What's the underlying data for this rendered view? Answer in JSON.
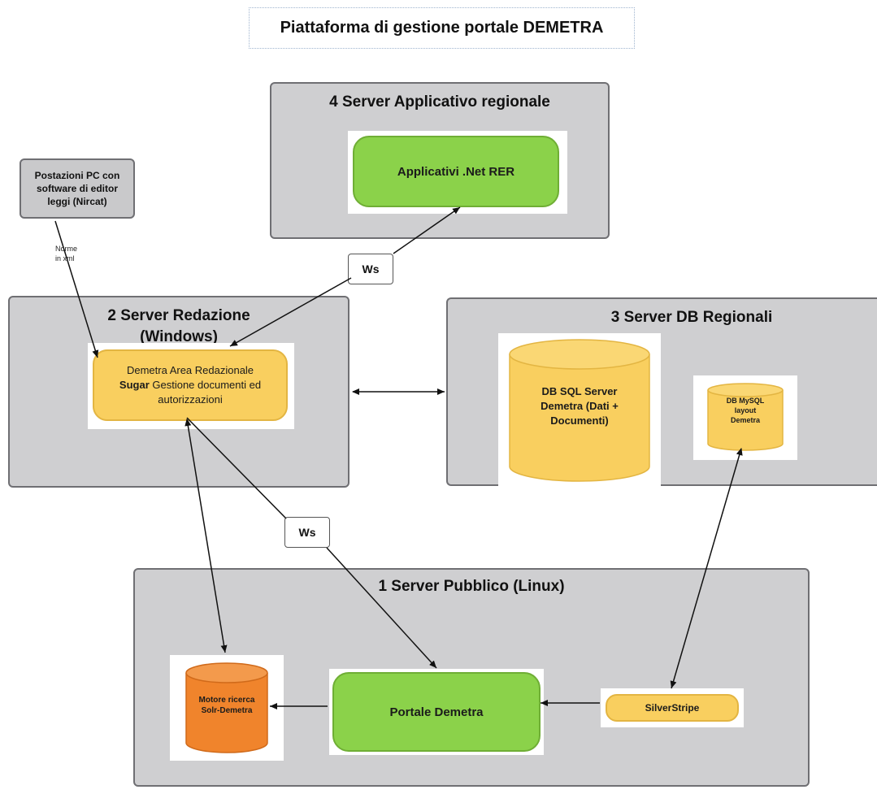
{
  "title": "Piattaforma di gestione portale DEMETRA",
  "server4": {
    "title": "4 Server Applicativo regionale",
    "app": "Applicativi .Net RER"
  },
  "pc_station": {
    "line1": "Postazioni PC con",
    "line2": "software di editor",
    "line3": "leggi (Nircat)"
  },
  "norme": {
    "line1": "Norme",
    "line2": "in xml"
  },
  "ws_top": "Ws",
  "ws_bottom": "Ws",
  "server2": {
    "title_line1": "2 Server Redazione",
    "title_line2": "(Windows)",
    "box_line1": "Demetra Area Redazionale",
    "box_bold": "Sugar",
    "box_line2_rest": " Gestione documenti ed",
    "box_line3": "autorizzazioni"
  },
  "server3": {
    "title": "3 Server DB Regionali",
    "db_sql_line1": "DB SQL Server",
    "db_sql_line2": "Demetra (Dati +",
    "db_sql_line3": "Documenti)",
    "db_mysql_line1": "DB MySQL",
    "db_mysql_line2": "layout",
    "db_mysql_line3": "Demetra"
  },
  "server1": {
    "title": "1 Server Pubblico (Linux)",
    "search_line1": "Motore ricerca",
    "search_line2": "Solr-Demetra",
    "portal": "Portale Demetra",
    "silverstripe": "SilverStripe"
  },
  "colors": {
    "server_fill": "#cfcfd1",
    "green": "#8bd24a",
    "yellow": "#f9cf5f",
    "orange": "#f0842c"
  }
}
